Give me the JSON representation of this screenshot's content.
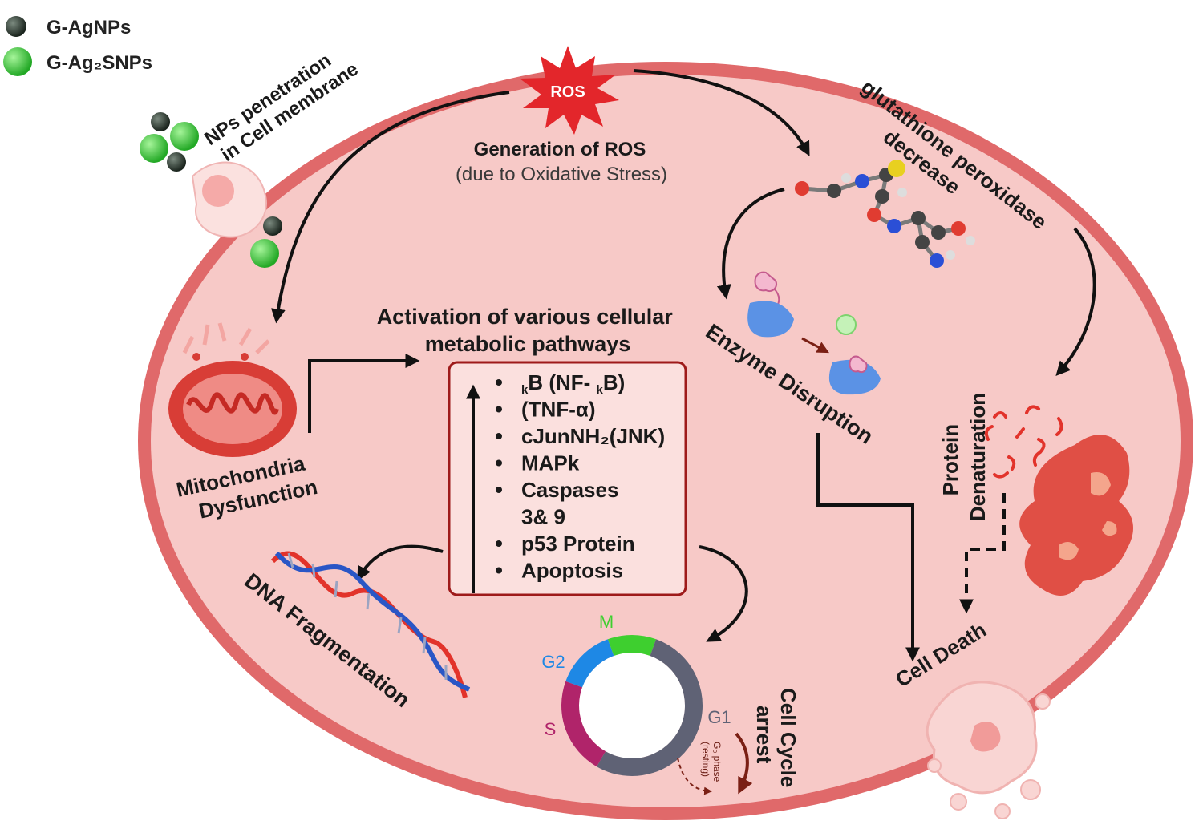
{
  "legend": {
    "items": [
      {
        "label": "G-AgNPs",
        "color": "#2c3a30"
      },
      {
        "label": "G-Ag₂SNPs",
        "color": "#3ccf3c"
      }
    ]
  },
  "labels": {
    "penetration_line1": "NPs penetration",
    "penetration_line2": "in Cell membrane",
    "ros_badge": "ROS",
    "ros_title": "Generation of ROS",
    "ros_subtitle": "(due to Oxidative Stress)",
    "glutathione_line1": "glutathione peroxidase",
    "glutathione_line2": "decrease",
    "mito_line1": "Mitochondria",
    "mito_line2": "Dysfunction",
    "activation_line1": "Activation of various cellular",
    "activation_line2": "metabolic pathways",
    "enzyme": "Enzyme Disruption",
    "protein_line1": "Protein",
    "protein_line2": "Denaturation",
    "dna": "DNA Fragmentation",
    "cell_death": "Cell Death",
    "cell_cycle_line1": "Cell Cycle",
    "cell_cycle_line2": "arrest",
    "g0_line1": "G₀ phase",
    "g0_line2": "(resting)"
  },
  "pathways": [
    {
      "main": "B (NF- ",
      "sub": "k",
      "tail": "B)"
    },
    {
      "text": "(TNF-α)"
    },
    {
      "text": "cJunNH₂(JNK)"
    },
    {
      "text": "MAPk"
    },
    {
      "text": "Caspases"
    },
    {
      "text": "3& 9",
      "continuation": true
    },
    {
      "text": "p53 Protein"
    },
    {
      "text": "Apoptosis"
    }
  ],
  "cell_cycle": {
    "phases": [
      {
        "name": "M",
        "color": "#3ecf2f"
      },
      {
        "name": "G2",
        "color": "#1e88e5"
      },
      {
        "name": "S",
        "color": "#b0246a"
      },
      {
        "name": "G1",
        "color": "#5f6275"
      }
    ]
  },
  "colors": {
    "cell_fill": "#f7c9c7",
    "cell_border": "#e0696a",
    "box_border": "#9e1a1a",
    "box_fill": "#fbe0de",
    "ros": "#e3262b"
  }
}
